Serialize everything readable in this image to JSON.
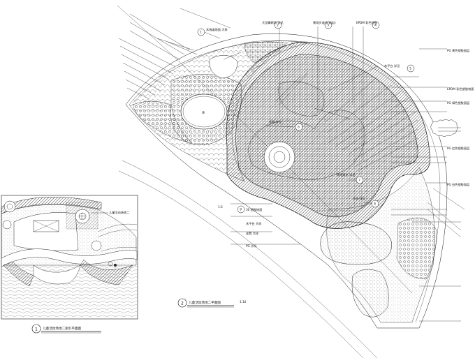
{
  "drawing": {
    "main_title": "儿童活动场地二平面图",
    "main_number": "2",
    "main_scale": "1:10",
    "inset_title": "儿童活动场地二索引平面图",
    "inset_number": "1",
    "inset_callout_text": "儿童活动场地二",
    "left_label": "1:5"
  },
  "callouts": [
    {
      "text": "木栈道地面 大样",
      "num": "1"
    },
    {
      "text": "大型攀爬网 详见",
      "num": "2"
    },
    {
      "text": "景观步道(花岗岩)",
      "num": "3"
    },
    {
      "text": "EPDM 彩色塑胶",
      "num": "4"
    },
    {
      "text": "木平台 详见",
      "num": "5"
    },
    {
      "text": "坐凳 详见",
      "num": "6"
    },
    {
      "text": "场地排水 详见",
      "num": "7"
    },
    {
      "text": "沙坑 详见",
      "num": "8"
    },
    {
      "text": "30 塑胶地面",
      "num": "9"
    }
  ],
  "notes": [
    "PG 黄色塑胶面层",
    "EPDM 彩色塑胶地面",
    "PG 绿色塑胶面层",
    "PG 红色塑胶面层",
    "PG 白色塑胶面层"
  ],
  "left_notes": [
    "木平台 大样",
    "坐凳 大样",
    "PG 沙坑"
  ]
}
